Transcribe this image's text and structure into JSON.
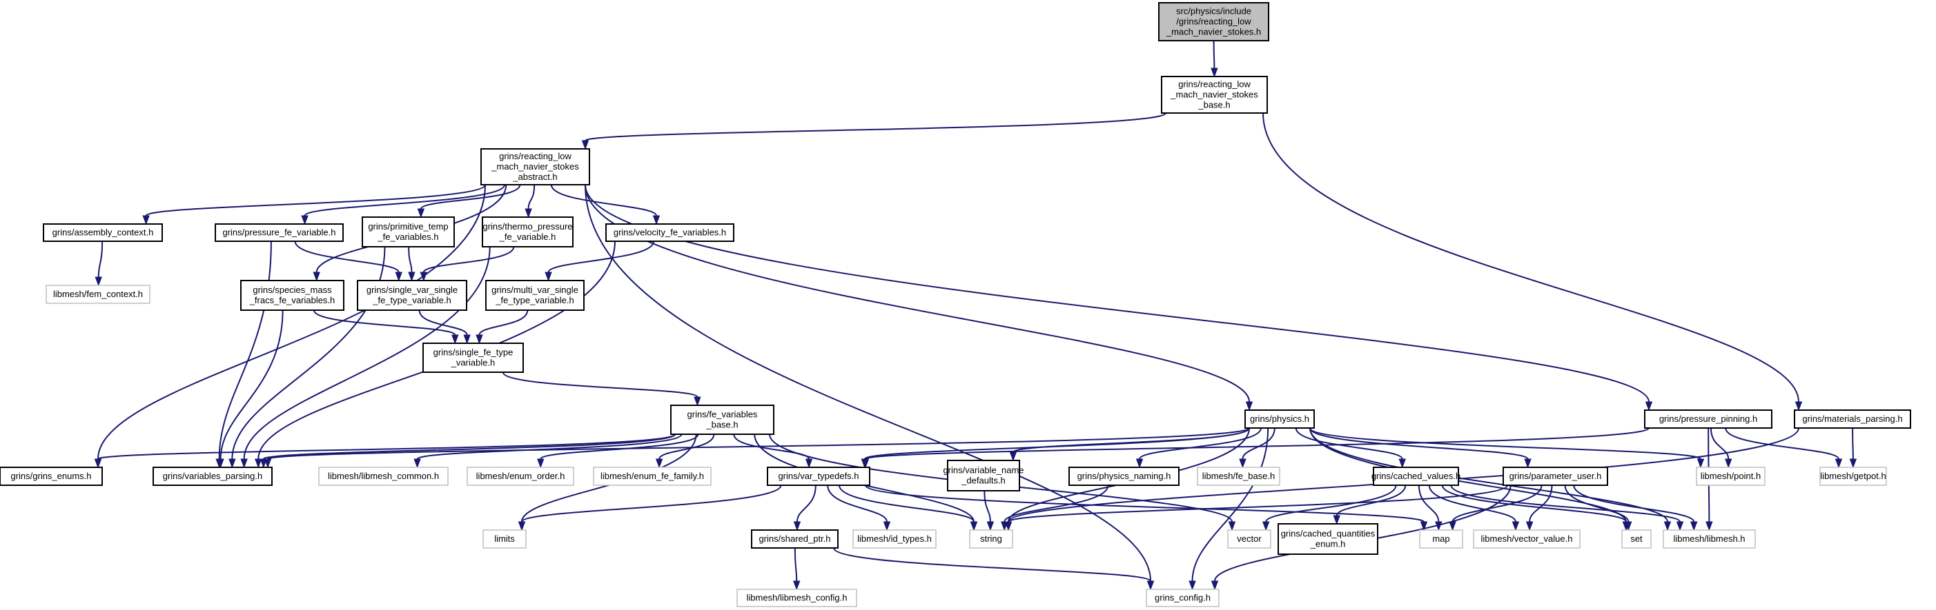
{
  "colors": {
    "edge": "#191970",
    "root_fill": "#bfbfbf",
    "ext_border": "#bfbfbf",
    "node_border": "#000000"
  },
  "nodes": [
    {
      "id": "root",
      "kind": "root",
      "lines": [
        "src/physics/include",
        "/grins/reacting_low",
        "_mach_navier_stokes.h"
      ]
    },
    {
      "id": "base",
      "kind": "local",
      "lines": [
        "grins/reacting_low",
        "_mach_navier_stokes",
        "_base.h"
      ]
    },
    {
      "id": "abstract",
      "kind": "local",
      "lines": [
        "grins/reacting_low",
        "_mach_navier_stokes",
        "_abstract.h"
      ]
    },
    {
      "id": "assembly",
      "kind": "local",
      "lines": [
        "grins/assembly_context.h"
      ]
    },
    {
      "id": "pressure_fe",
      "kind": "local",
      "lines": [
        "grins/pressure_fe_variable.h"
      ]
    },
    {
      "id": "prim_temp",
      "kind": "local",
      "lines": [
        "grins/primitive_temp",
        "_fe_variables.h"
      ]
    },
    {
      "id": "thermo",
      "kind": "local",
      "lines": [
        "grins/thermo_pressure",
        "_fe_variable.h"
      ]
    },
    {
      "id": "velocity",
      "kind": "local",
      "lines": [
        "grins/velocity_fe_variables.h"
      ]
    },
    {
      "id": "fem_context",
      "kind": "ext",
      "lines": [
        "libmesh/fem_context.h"
      ]
    },
    {
      "id": "species",
      "kind": "local",
      "lines": [
        "grins/species_mass",
        "_fracs_fe_variables.h"
      ]
    },
    {
      "id": "single_var",
      "kind": "local",
      "lines": [
        "grins/single_var_single",
        "_fe_type_variable.h"
      ]
    },
    {
      "id": "multi_var",
      "kind": "local",
      "lines": [
        "grins/multi_var_single",
        "_fe_type_variable.h"
      ]
    },
    {
      "id": "single_fe",
      "kind": "local",
      "lines": [
        "grins/single_fe_type",
        "_variable.h"
      ]
    },
    {
      "id": "fe_vars_base",
      "kind": "local",
      "lines": [
        "grins/fe_variables",
        "_base.h"
      ]
    },
    {
      "id": "grins_enums",
      "kind": "local",
      "lines": [
        "grins/grins_enums.h"
      ]
    },
    {
      "id": "var_parsing",
      "kind": "local",
      "lines": [
        "grins/variables_parsing.h"
      ]
    },
    {
      "id": "libmesh_common",
      "kind": "ext",
      "lines": [
        "libmesh/libmesh_common.h"
      ]
    },
    {
      "id": "enum_order",
      "kind": "ext",
      "lines": [
        "libmesh/enum_order.h"
      ]
    },
    {
      "id": "enum_fe_family",
      "kind": "ext",
      "lines": [
        "libmesh/enum_fe_family.h"
      ]
    },
    {
      "id": "var_typedefs",
      "kind": "local",
      "lines": [
        "grins/var_typedefs.h"
      ]
    },
    {
      "id": "var_name_defaults",
      "kind": "local",
      "lines": [
        "grins/variable_name",
        "_defaults.h"
      ]
    },
    {
      "id": "physics",
      "kind": "local",
      "lines": [
        "grins/physics.h"
      ]
    },
    {
      "id": "physics_naming",
      "kind": "local",
      "lines": [
        "grins/physics_naming.h"
      ]
    },
    {
      "id": "fe_base",
      "kind": "ext",
      "lines": [
        "libmesh/fe_base.h"
      ]
    },
    {
      "id": "cached_values",
      "kind": "local",
      "lines": [
        "grins/cached_values.h"
      ]
    },
    {
      "id": "param_user",
      "kind": "local",
      "lines": [
        "grins/parameter_user.h"
      ]
    },
    {
      "id": "pressure_pinning",
      "kind": "local",
      "lines": [
        "grins/pressure_pinning.h"
      ]
    },
    {
      "id": "materials",
      "kind": "local",
      "lines": [
        "grins/materials_parsing.h"
      ]
    },
    {
      "id": "point",
      "kind": "ext",
      "lines": [
        "libmesh/point.h"
      ]
    },
    {
      "id": "getpot",
      "kind": "ext",
      "lines": [
        "libmesh/getpot.h"
      ]
    },
    {
      "id": "limits",
      "kind": "ext",
      "lines": [
        "limits"
      ]
    },
    {
      "id": "shared_ptr",
      "kind": "local",
      "lines": [
        "grins/shared_ptr.h"
      ]
    },
    {
      "id": "id_types",
      "kind": "ext",
      "lines": [
        "libmesh/id_types.h"
      ]
    },
    {
      "id": "string",
      "kind": "ext",
      "lines": [
        "string"
      ]
    },
    {
      "id": "vector",
      "kind": "ext",
      "lines": [
        "vector"
      ]
    },
    {
      "id": "cached_qty",
      "kind": "local",
      "lines": [
        "grins/cached_quantities",
        "_enum.h"
      ]
    },
    {
      "id": "map",
      "kind": "ext",
      "lines": [
        "map"
      ]
    },
    {
      "id": "vector_value",
      "kind": "ext",
      "lines": [
        "libmesh/vector_value.h"
      ]
    },
    {
      "id": "set",
      "kind": "ext",
      "lines": [
        "set"
      ]
    },
    {
      "id": "libmesh",
      "kind": "ext",
      "lines": [
        "libmesh/libmesh.h"
      ]
    },
    {
      "id": "libmesh_config",
      "kind": "ext",
      "lines": [
        "libmesh/libmesh_config.h"
      ]
    },
    {
      "id": "grins_config",
      "kind": "ext",
      "lines": [
        "grins_config.h"
      ]
    }
  ],
  "edges": [
    [
      "root",
      "base"
    ],
    [
      "base",
      "abstract"
    ],
    [
      "base",
      "materials"
    ],
    [
      "abstract",
      "grins_enums"
    ],
    [
      "abstract",
      "assembly"
    ],
    [
      "abstract",
      "species"
    ],
    [
      "abstract",
      "pressure_fe"
    ],
    [
      "abstract",
      "prim_temp"
    ],
    [
      "abstract",
      "thermo"
    ],
    [
      "abstract",
      "velocity"
    ],
    [
      "abstract",
      "physics"
    ],
    [
      "abstract",
      "pressure_pinning"
    ],
    [
      "abstract",
      "grins_config"
    ],
    [
      "assembly",
      "fem_context"
    ],
    [
      "pressure_fe",
      "single_var"
    ],
    [
      "pressure_fe",
      "var_parsing"
    ],
    [
      "prim_temp",
      "single_var"
    ],
    [
      "prim_temp",
      "var_parsing"
    ],
    [
      "thermo",
      "single_var"
    ],
    [
      "thermo",
      "var_parsing"
    ],
    [
      "velocity",
      "multi_var"
    ],
    [
      "velocity",
      "var_parsing"
    ],
    [
      "species",
      "single_fe"
    ],
    [
      "species",
      "var_parsing"
    ],
    [
      "single_var",
      "single_fe"
    ],
    [
      "multi_var",
      "single_fe"
    ],
    [
      "single_fe",
      "fe_vars_base"
    ],
    [
      "fe_vars_base",
      "grins_enums"
    ],
    [
      "fe_vars_base",
      "var_parsing"
    ],
    [
      "fe_vars_base",
      "libmesh_common"
    ],
    [
      "fe_vars_base",
      "enum_order"
    ],
    [
      "fe_vars_base",
      "enum_fe_family"
    ],
    [
      "fe_vars_base",
      "var_typedefs"
    ],
    [
      "fe_vars_base",
      "limits"
    ],
    [
      "fe_vars_base",
      "string"
    ],
    [
      "fe_vars_base",
      "vector"
    ],
    [
      "physics",
      "var_parsing"
    ],
    [
      "physics",
      "var_typedefs"
    ],
    [
      "physics",
      "var_name_defaults"
    ],
    [
      "physics",
      "physics_naming"
    ],
    [
      "physics",
      "fe_base"
    ],
    [
      "physics",
      "cached_values"
    ],
    [
      "physics",
      "param_user"
    ],
    [
      "physics",
      "point"
    ],
    [
      "physics",
      "libmesh"
    ],
    [
      "physics",
      "set"
    ],
    [
      "physics",
      "string"
    ],
    [
      "physics",
      "grins_config"
    ],
    [
      "var_typedefs",
      "limits"
    ],
    [
      "var_typedefs",
      "shared_ptr"
    ],
    [
      "var_typedefs",
      "id_types"
    ],
    [
      "var_typedefs",
      "string"
    ],
    [
      "var_typedefs",
      "map"
    ],
    [
      "var_name_defaults",
      "string"
    ],
    [
      "physics_naming",
      "string"
    ],
    [
      "cached_values",
      "vector"
    ],
    [
      "cached_values",
      "cached_qty"
    ],
    [
      "cached_values",
      "map"
    ],
    [
      "cached_values",
      "vector_value"
    ],
    [
      "cached_values",
      "set"
    ],
    [
      "cached_values",
      "libmesh"
    ],
    [
      "param_user",
      "string"
    ],
    [
      "param_user",
      "map"
    ],
    [
      "param_user",
      "vector_value"
    ],
    [
      "param_user",
      "set"
    ],
    [
      "param_user",
      "libmesh"
    ],
    [
      "param_user",
      "grins_config"
    ],
    [
      "pressure_pinning",
      "var_typedefs"
    ],
    [
      "pressure_pinning",
      "point"
    ],
    [
      "pressure_pinning",
      "getpot"
    ],
    [
      "pressure_pinning",
      "libmesh"
    ],
    [
      "materials",
      "string"
    ],
    [
      "materials",
      "getpot"
    ],
    [
      "shared_ptr",
      "libmesh_config"
    ],
    [
      "shared_ptr",
      "grins_config"
    ]
  ]
}
